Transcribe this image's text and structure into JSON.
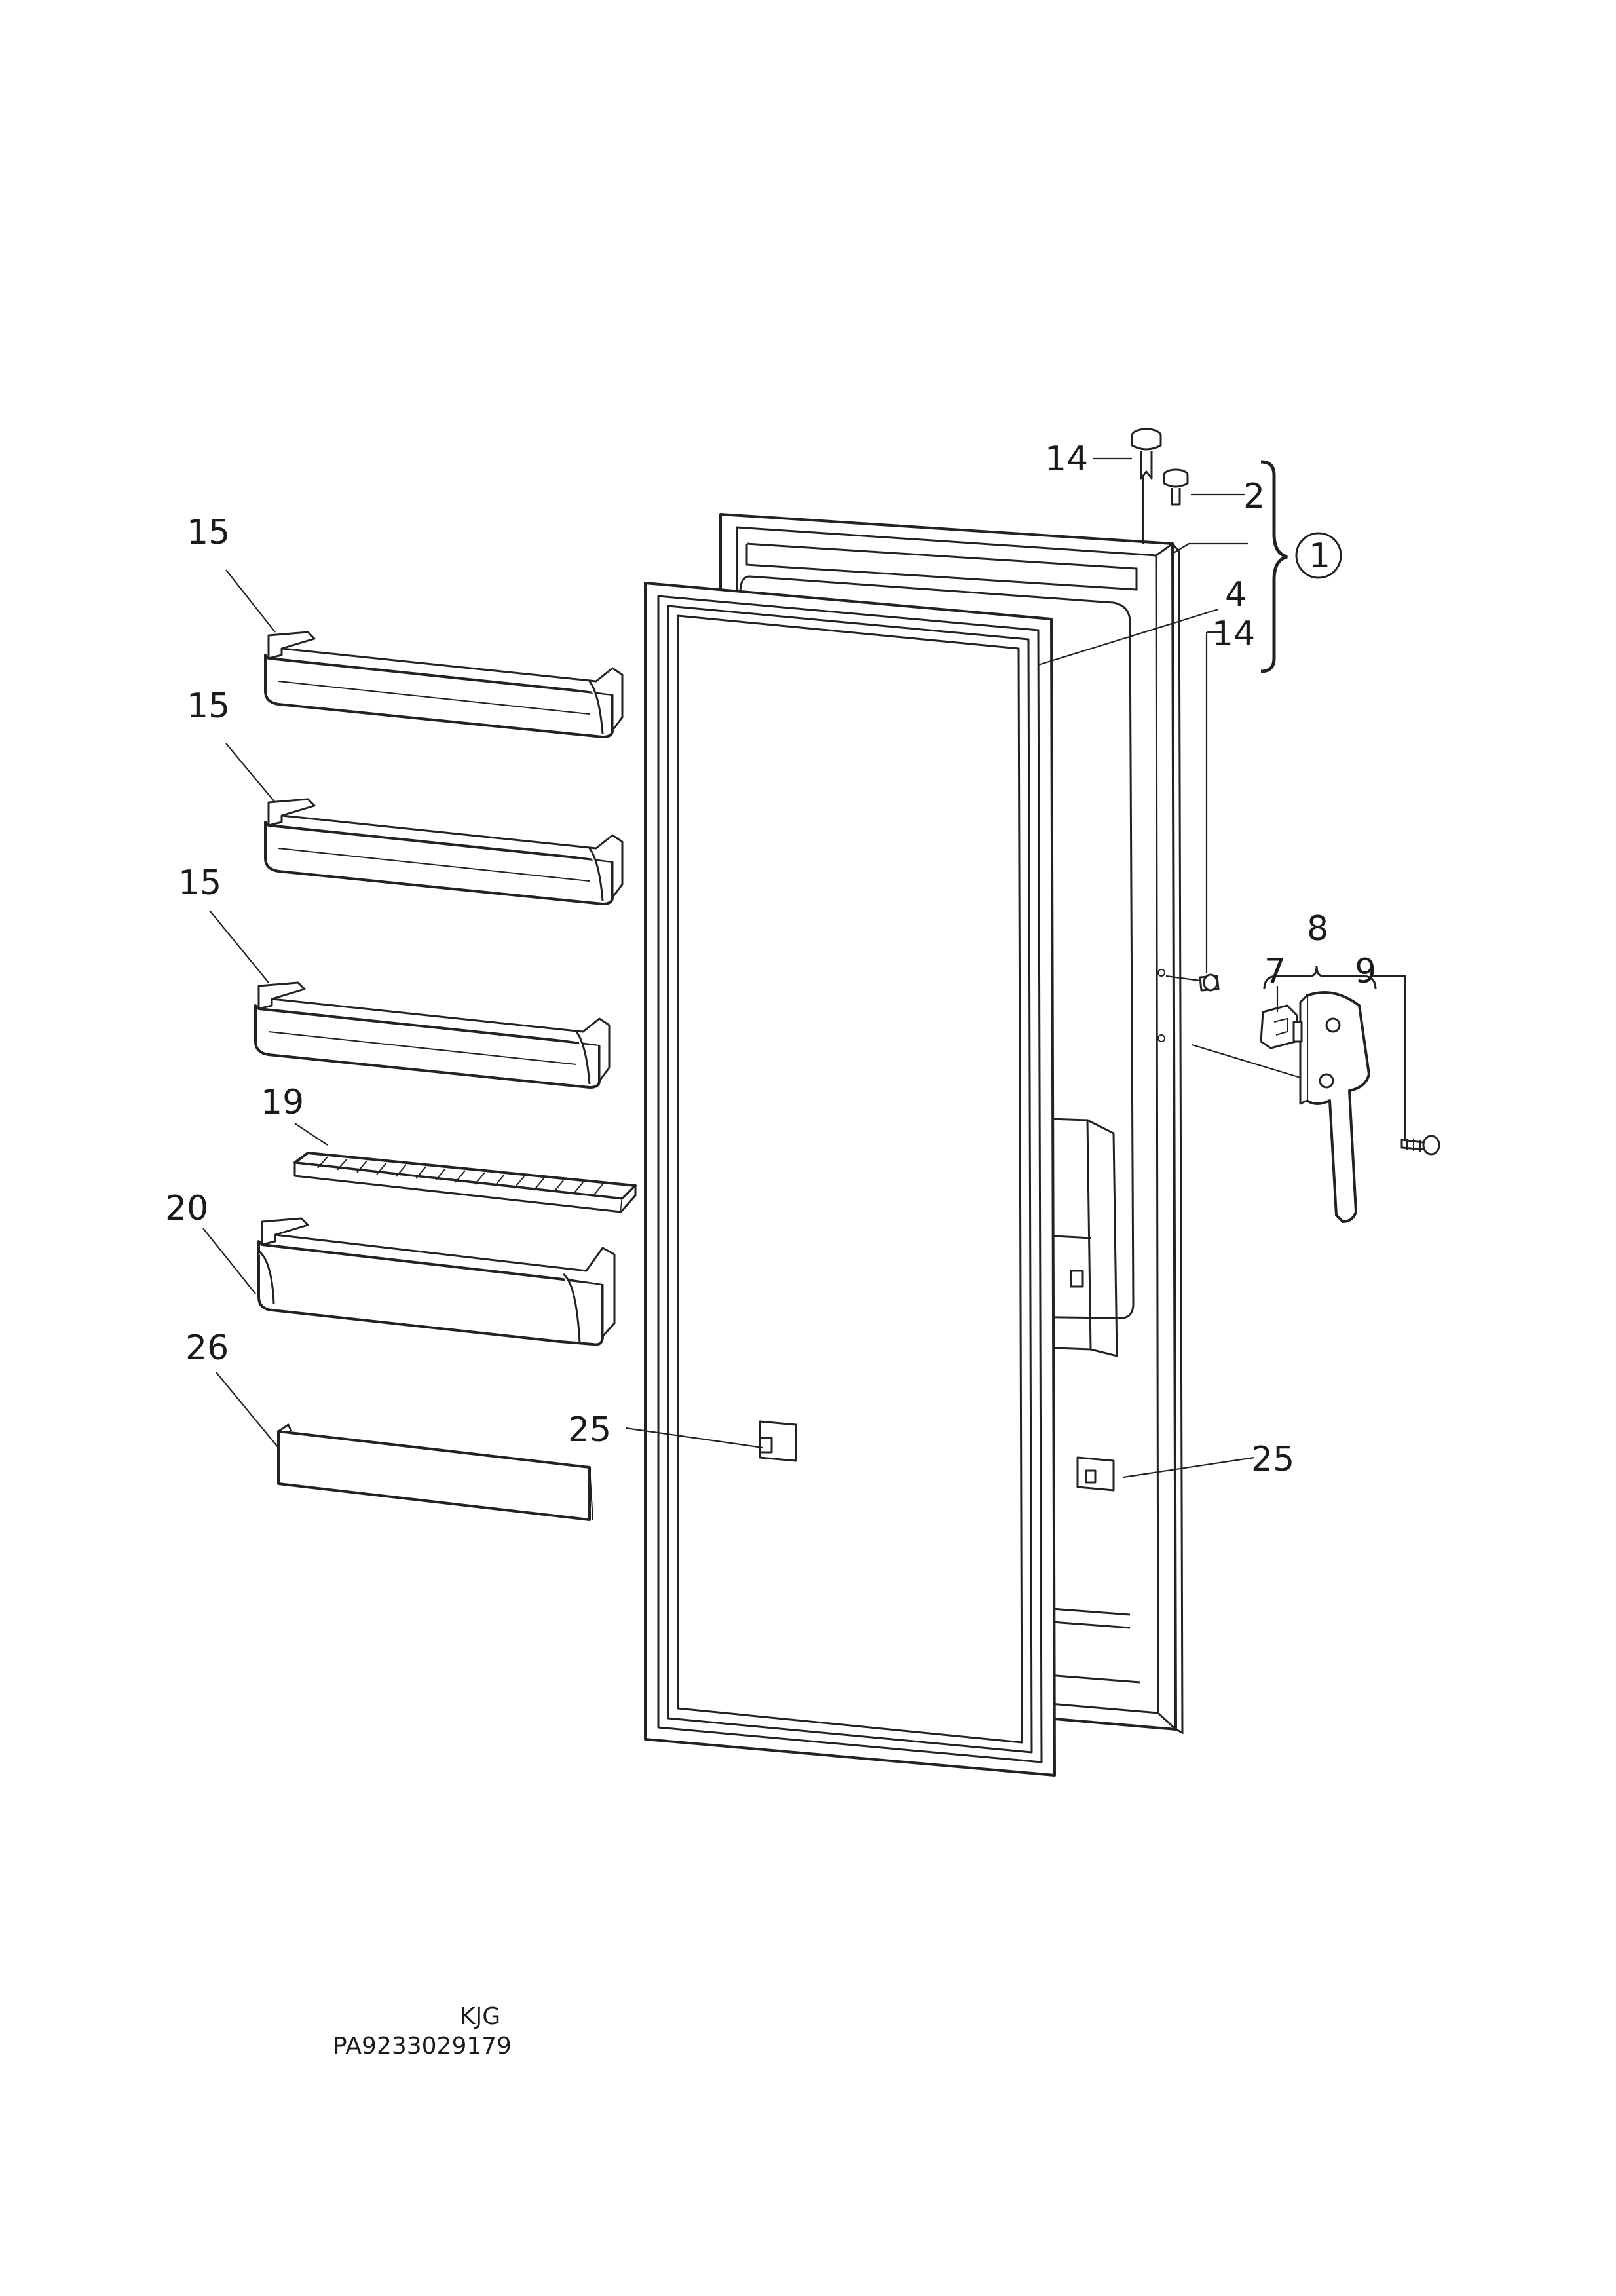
{
  "callouts": {
    "c14_top": "14",
    "c2": "2",
    "c1": "1",
    "c4": "4",
    "c14_mid": "14",
    "c15_a": "15",
    "c15_b": "15",
    "c15_c": "15",
    "c19": "19",
    "c20": "20",
    "c26": "26",
    "c8": "8",
    "c7": "7",
    "c9": "9",
    "c25_left": "25",
    "c25_right": "25"
  },
  "footer": {
    "code": "KJG",
    "part_number": "PA9233029179"
  }
}
